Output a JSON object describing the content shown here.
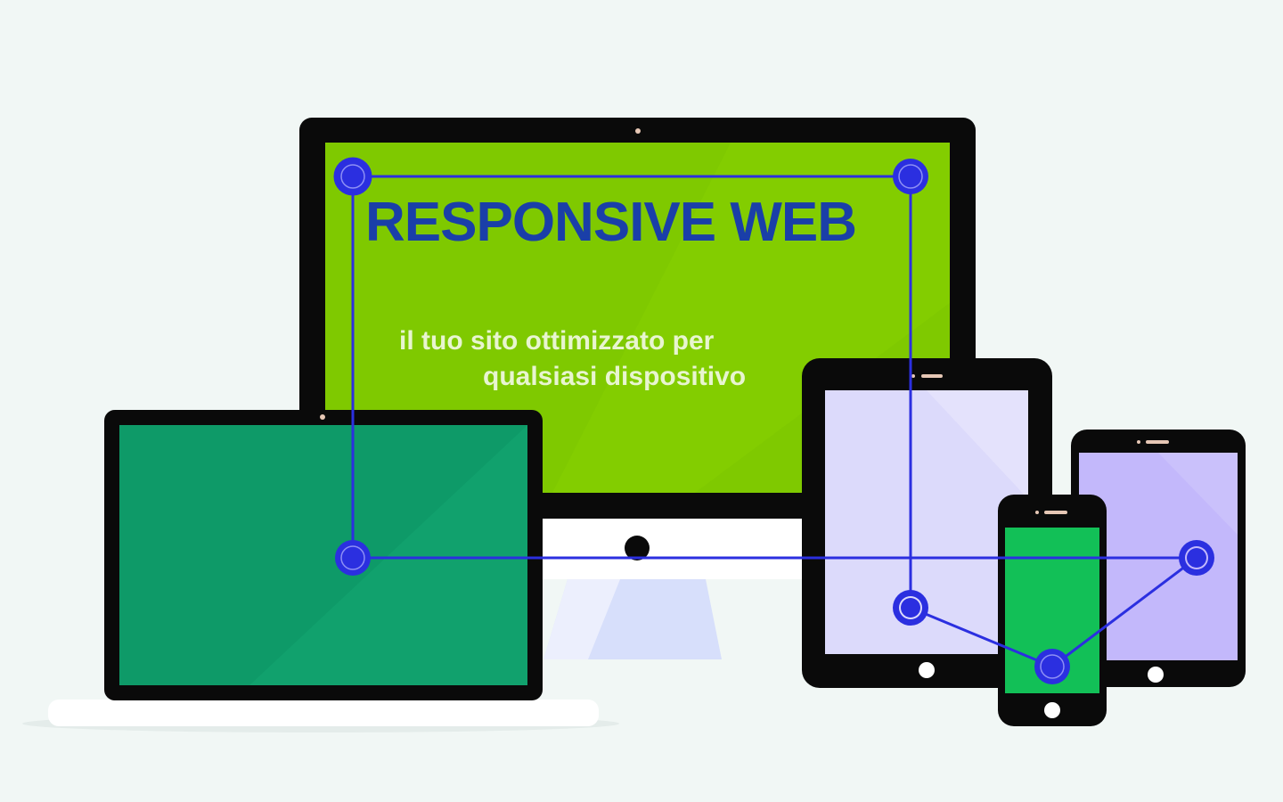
{
  "banner": {
    "headline": "RESPONSIVE WEB",
    "tagline_line1": "il tuo sito ottimizzato per",
    "tagline_line2": "qualsiasi dispositivo"
  },
  "devices": [
    "desktop-monitor",
    "laptop",
    "tablet",
    "large-phone",
    "smartphone"
  ],
  "colors": {
    "background": "#f1f7f5",
    "bezel": "#0a0a0a",
    "desktop_screen": "#7fc900",
    "laptop_screen": "#0e9a68",
    "tablet_screen": "#dcdafb",
    "large_phone_screen": "#c3b8fb",
    "smartphone_screen": "#12c057",
    "headline": "#1a3fa8",
    "tagline": "#e8f5d0",
    "network": "#2b2fe0"
  }
}
